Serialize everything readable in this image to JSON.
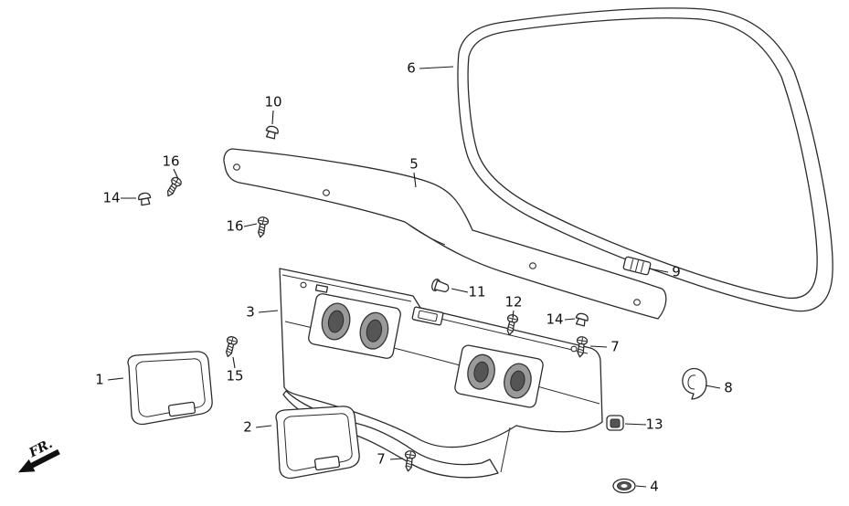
{
  "colors": {
    "ink": "#2b2b2b",
    "background": "#ffffff",
    "shade": "#9a9a9a"
  },
  "diagram": {
    "fr_label": "FR.",
    "callouts": [
      {
        "label": "6"
      },
      {
        "label": "10"
      },
      {
        "label": "16"
      },
      {
        "label": "14"
      },
      {
        "label": "16"
      },
      {
        "label": "5"
      },
      {
        "label": "9"
      },
      {
        "label": "11"
      },
      {
        "label": "12"
      },
      {
        "label": "14"
      },
      {
        "label": "7"
      },
      {
        "label": "3"
      },
      {
        "label": "15"
      },
      {
        "label": "1"
      },
      {
        "label": "2"
      },
      {
        "label": "8"
      },
      {
        "label": "13"
      },
      {
        "label": "7"
      },
      {
        "label": "4"
      }
    ]
  }
}
